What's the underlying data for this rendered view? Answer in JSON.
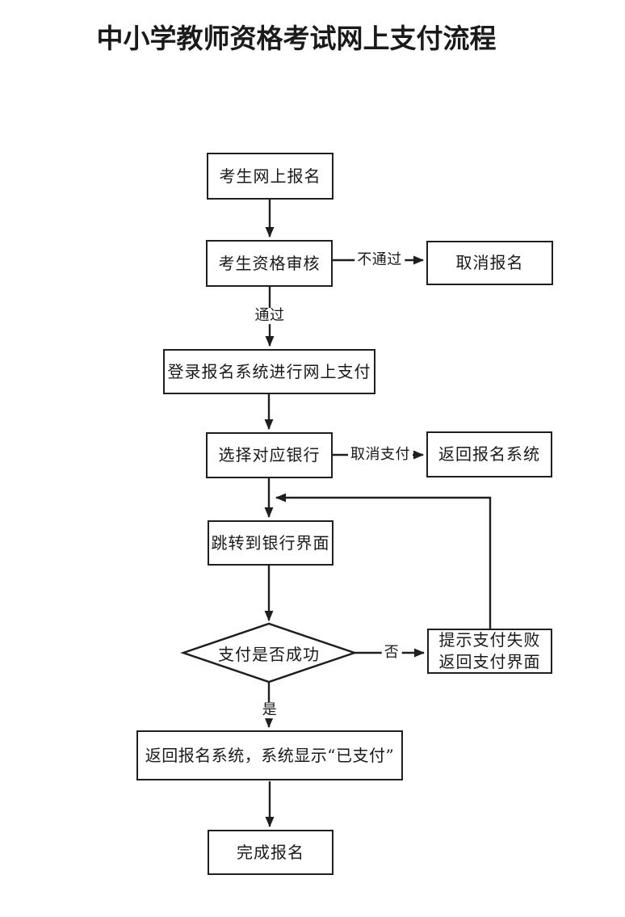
{
  "title": "中小学教师资格考试网上支付流程",
  "flowchart": {
    "nodes": {
      "register": "考生网上报名",
      "qualification_review": "考生资格审核",
      "cancel_registration": "取消报名",
      "login_payment": "登录报名系统进行网上支付",
      "select_bank": "选择对应银行",
      "return_registration_system": "返回报名系统",
      "bank_interface": "跳转到银行界面",
      "payment_success_decision": "支付是否成功",
      "payment_failed_line1": "提示支付失败",
      "payment_failed_line2": "返回支付界面",
      "paid_status": "返回报名系统，系统显示“已支付”",
      "complete_registration": "完成报名"
    },
    "edge_labels": {
      "not_passed": "不通过",
      "passed": "通过",
      "cancel_payment": "取消支付",
      "no": "否",
      "yes": "是"
    },
    "edges": [
      {
        "from": "register",
        "to": "qualification_review",
        "label": ""
      },
      {
        "from": "qualification_review",
        "to": "cancel_registration",
        "label": "不通过"
      },
      {
        "from": "qualification_review",
        "to": "login_payment",
        "label": "通过"
      },
      {
        "from": "login_payment",
        "to": "select_bank",
        "label": ""
      },
      {
        "from": "select_bank",
        "to": "return_registration_system",
        "label": "取消支付"
      },
      {
        "from": "select_bank",
        "to": "bank_interface",
        "label": ""
      },
      {
        "from": "bank_interface",
        "to": "payment_success_decision",
        "label": ""
      },
      {
        "from": "payment_success_decision",
        "to": "payment_failed",
        "label": "否"
      },
      {
        "from": "payment_failed",
        "to": "bank_interface",
        "label": ""
      },
      {
        "from": "payment_success_decision",
        "to": "paid_status",
        "label": "是"
      },
      {
        "from": "paid_status",
        "to": "complete_registration",
        "label": ""
      }
    ]
  },
  "colors": {
    "background": "#ffffff",
    "line": "#1f1f1f",
    "text": "#1a1a1a"
  }
}
